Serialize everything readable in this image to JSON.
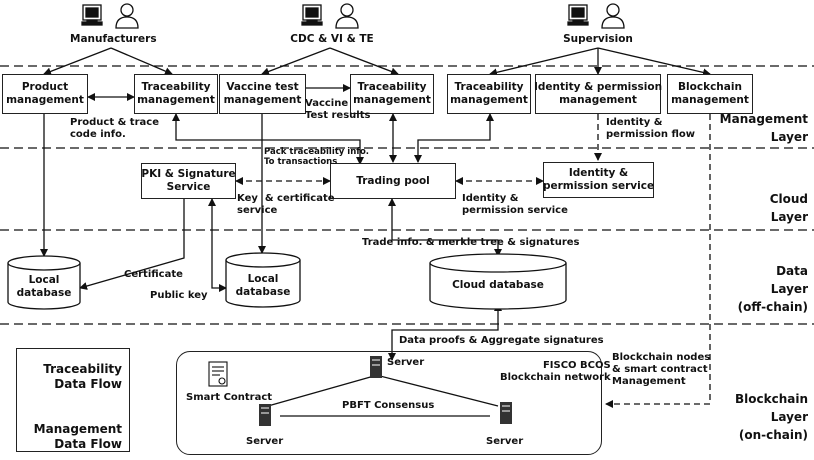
{
  "actors": {
    "manufacturers": "Manufacturers",
    "cdc": "CDC & VI & TE",
    "supervision": "Supervision"
  },
  "boxes": {
    "product_management": "Product\nmanagement",
    "traceability_mgmt_1": "Traceability\nmanagement",
    "vaccine_test": "Vaccine test\nmanagement",
    "traceability_mgmt_2": "Traceability\nmanagement",
    "traceability_mgmt_3": "Traceability\nmanagement",
    "identity_perm_mgmt": "Identity & permission\nmanagement",
    "blockchain_mgmt": "Blockchain\nmanagement",
    "pki": "PKI & Signature\nService",
    "trading_pool": "Trading pool",
    "identity_service": "Identity &\npermission service"
  },
  "databases": {
    "local_db_1": "Local\ndatabase",
    "local_db_2": "Local\ndatabase",
    "cloud_db": "Cloud database"
  },
  "labels": {
    "product_trace": "Product & trace\ncode info.",
    "vaccine_results": "Vaccine\nTest results",
    "identity_flow": "Identity &\npermission flow",
    "pack_info": "Pack traceability info.\nTo transactions",
    "key_cert": "Key  & certificate\nservice",
    "identity_perm_service": "Identity &\npermission service",
    "trade_info": "Trade info. & merkle tree  & signatures",
    "certificate": "Certificate",
    "public_key": "Public key",
    "data_proofs": "Data proofs & Aggregate signatures",
    "bc_nodes": "Blockchain nodes\n& smart contract\nManagement"
  },
  "blockchain": {
    "server_top": "Server",
    "server_left": "Server",
    "server_right": "Server",
    "smart_contract": "Smart Contract",
    "pbft": "PBFT Consensus",
    "network": "FISCO BCOS\nBlockchain network"
  },
  "layers": {
    "management": "Management\nLayer",
    "cloud": "Cloud\nLayer",
    "data": "Data\nLayer\n(off-chain)",
    "blockchain": "Blockchain\nLayer\n(on-chain)"
  },
  "legend": {
    "traceability": "Traceability\nData Flow",
    "management": "Management\nData Flow"
  }
}
